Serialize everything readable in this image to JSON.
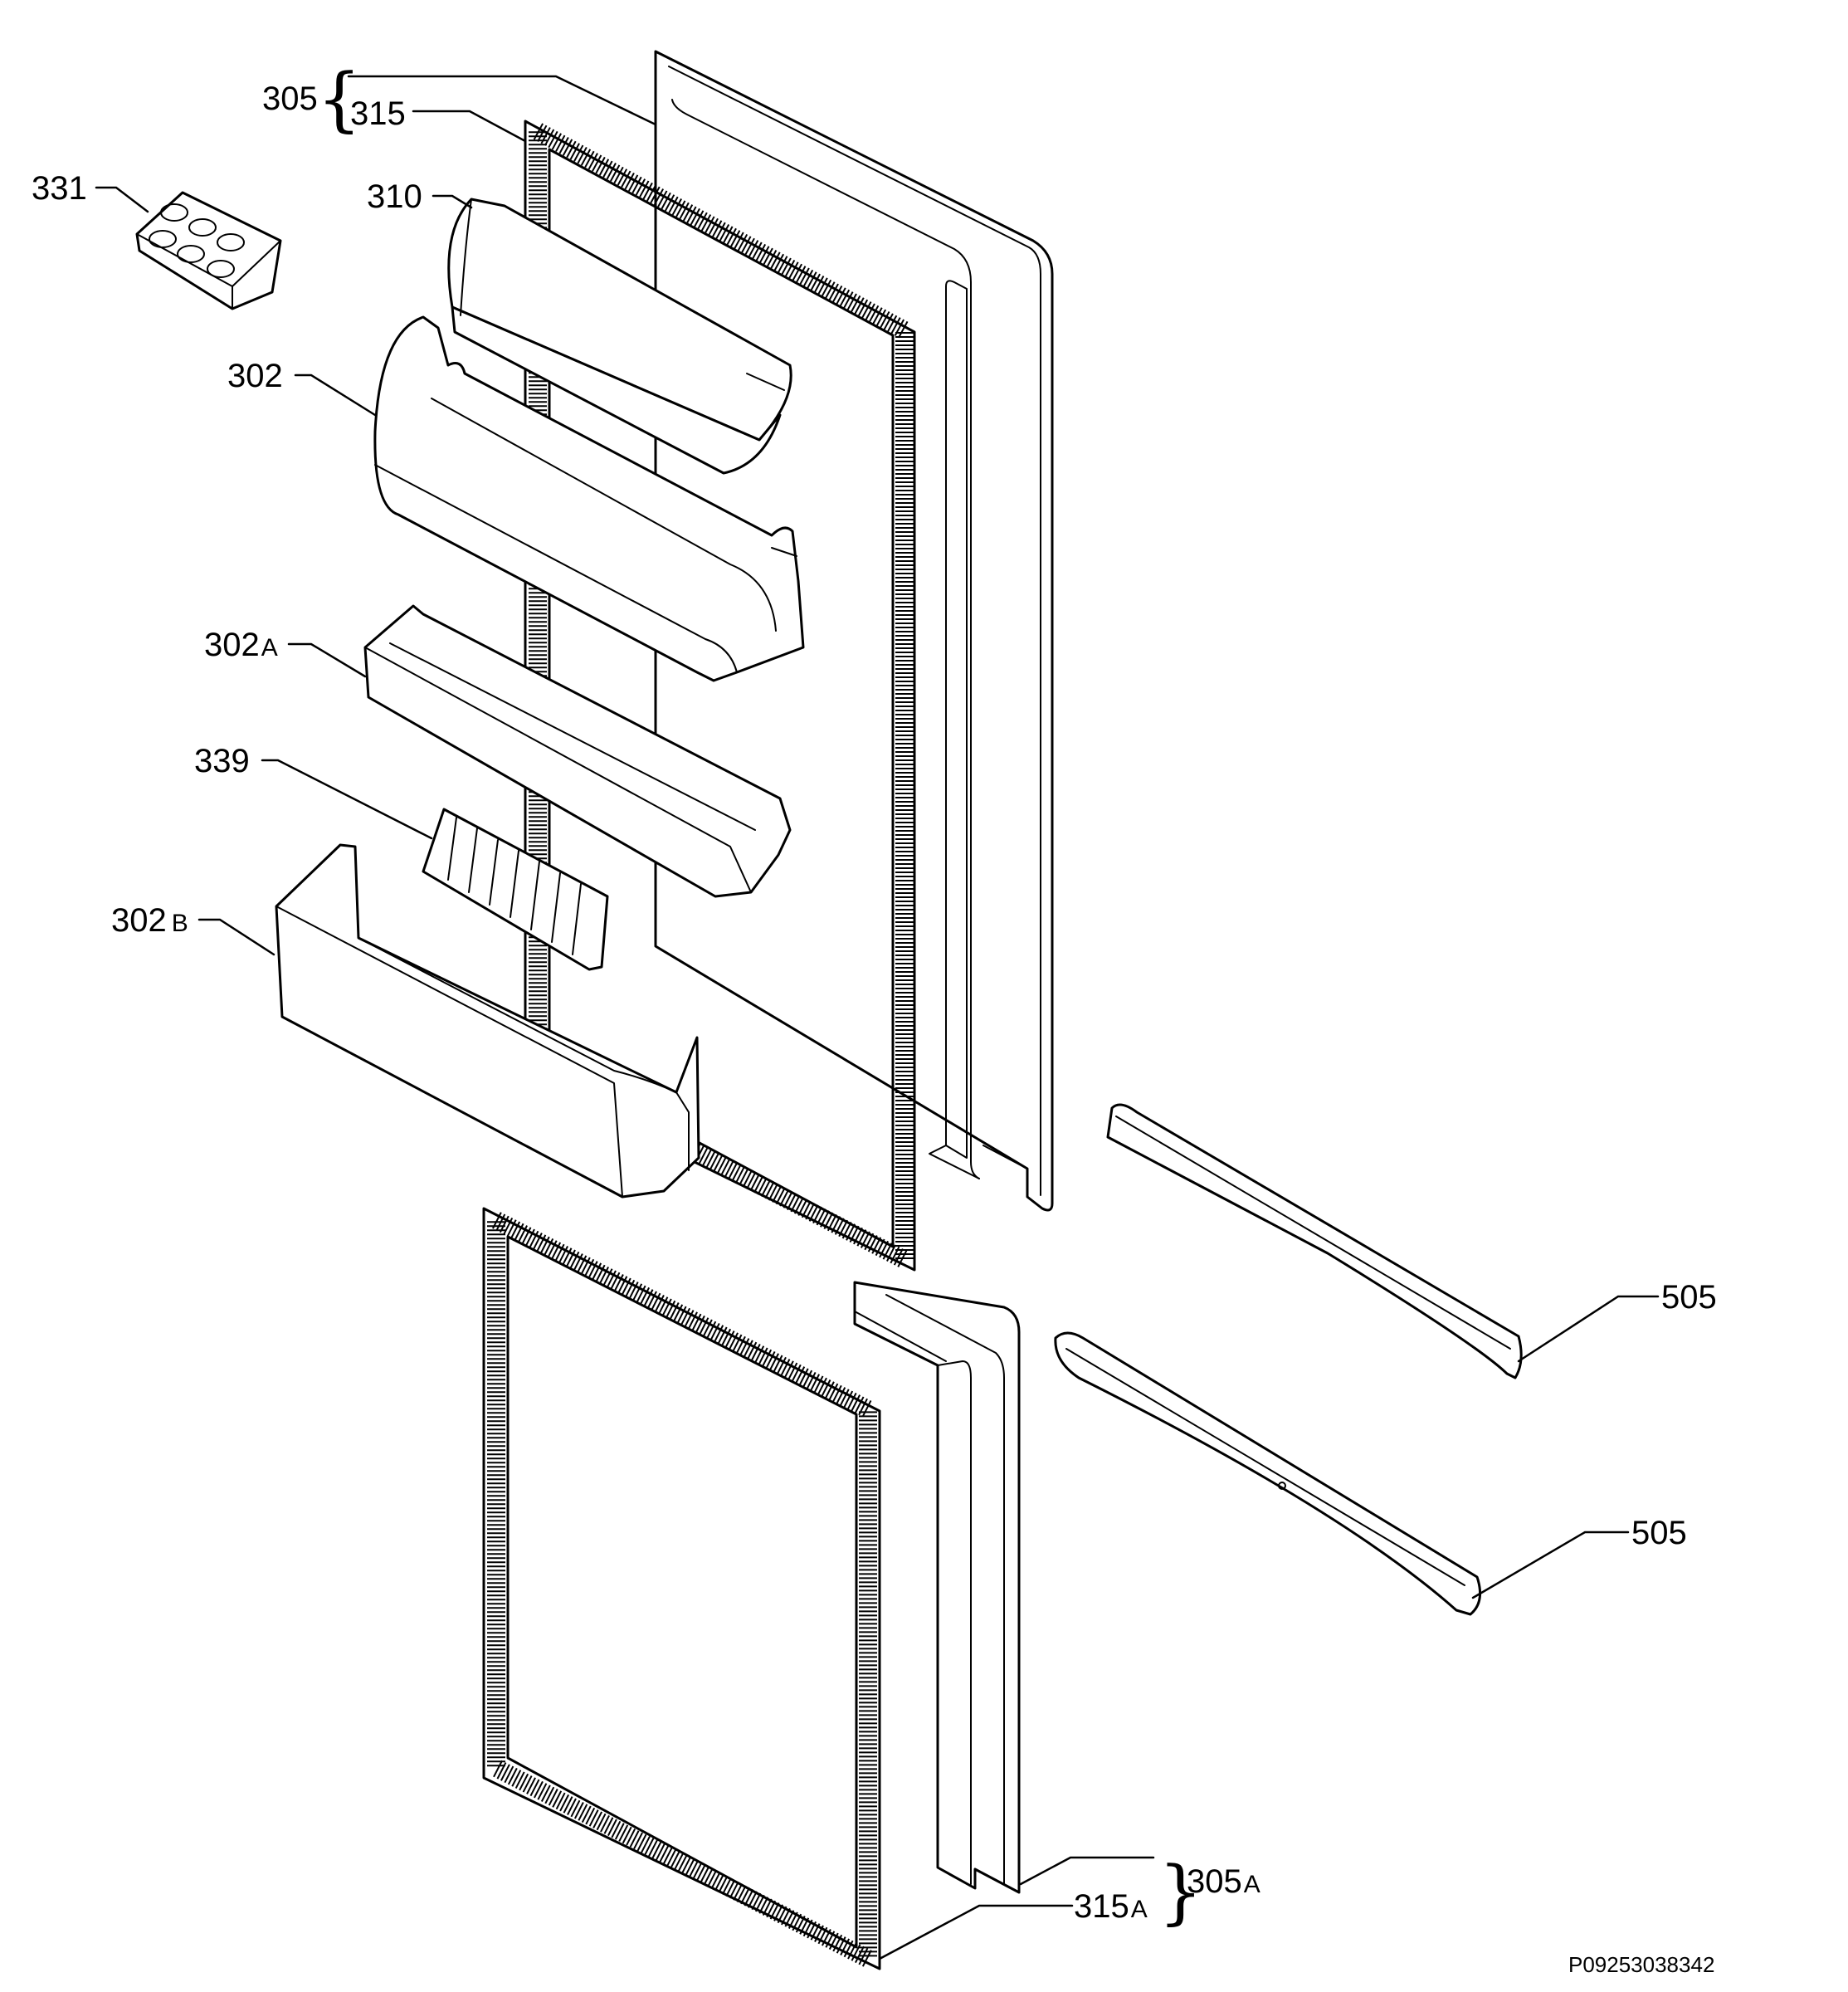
{
  "callouts": {
    "c305": {
      "num": "305",
      "sub": ""
    },
    "c315": {
      "num": "315",
      "sub": ""
    },
    "c331": {
      "num": "331",
      "sub": ""
    },
    "c310": {
      "num": "310",
      "sub": ""
    },
    "c302": {
      "num": "302",
      "sub": ""
    },
    "c302a": {
      "num": "302",
      "sub": "A"
    },
    "c339": {
      "num": "339",
      "sub": ""
    },
    "c302b": {
      "num": "302",
      "sub": "B"
    },
    "c505a": {
      "num": "505",
      "sub": ""
    },
    "c505b": {
      "num": "505",
      "sub": ""
    },
    "c305a": {
      "num": "305",
      "sub": "A"
    },
    "c315a": {
      "num": "315",
      "sub": "A"
    }
  },
  "braces": {
    "upper": "{",
    "lower": "}"
  },
  "document_id": "P09253038342",
  "colors": {
    "ink": "#000000",
    "paper": "#ffffff"
  }
}
